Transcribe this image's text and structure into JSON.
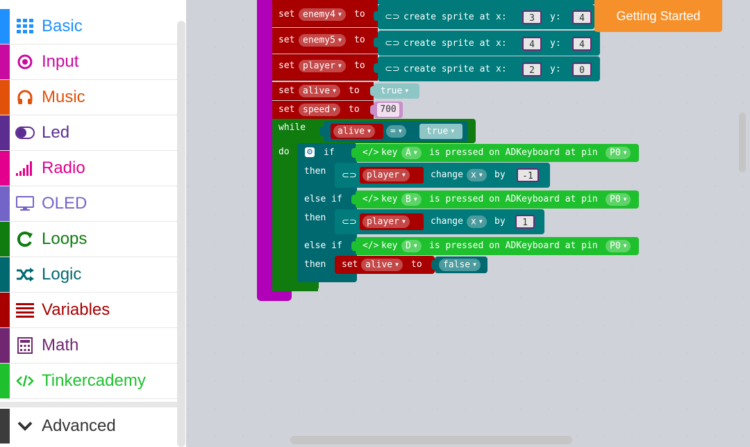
{
  "toolbox": {
    "categories": [
      {
        "label": "Basic",
        "icon": "grid-icon",
        "color": "#1e90ff"
      },
      {
        "label": "Input",
        "icon": "target-icon",
        "color": "#c90aa0"
      },
      {
        "label": "Music",
        "icon": "headphones-icon",
        "color": "#e1510a"
      },
      {
        "label": "Led",
        "icon": "toggle-icon",
        "color": "#5c2d91"
      },
      {
        "label": "Radio",
        "icon": "signal-bars-icon",
        "color": "#e3008c"
      },
      {
        "label": "OLED",
        "icon": "monitor-icon",
        "color": "#7365c8"
      },
      {
        "label": "Loops",
        "icon": "loop-arrow-icon",
        "color": "#107c10"
      },
      {
        "label": "Logic",
        "icon": "shuffle-icon",
        "color": "#006970"
      },
      {
        "label": "Variables",
        "icon": "lines-icon",
        "color": "#a80000"
      },
      {
        "label": "Math",
        "icon": "calculator-icon",
        "color": "#712672"
      },
      {
        "label": "Tinkercademy",
        "icon": "code-icon",
        "color": "#1fc02e"
      }
    ],
    "advanced": {
      "label": "Advanced",
      "icon": "chevron-down-icon"
    }
  },
  "getting_started": "Getting Started",
  "blocks": {
    "set_kw": "set",
    "to_kw": "to",
    "create_sprite": "create sprite at x:",
    "y_kw": "y:",
    "enemy4": {
      "var": "enemy4",
      "x": "3",
      "y": "4"
    },
    "enemy5": {
      "var": "enemy5",
      "x": "4",
      "y": "4"
    },
    "player": {
      "var": "player",
      "x": "2",
      "y": "0"
    },
    "alive_set": {
      "var": "alive",
      "value": "true"
    },
    "speed_set": {
      "var": "speed",
      "value": "700"
    },
    "while_kw": "while",
    "do_kw": "do",
    "while_cond": {
      "var": "alive",
      "op": "=",
      "value": "true"
    },
    "if_kw": "if",
    "then_kw": "then",
    "else_if_kw": "else if",
    "key_kw": "key",
    "pressed_text": "is pressed on ADKeyboard at pin",
    "pin": "P0",
    "change_kw": "change",
    "by_kw": "by",
    "axis": "x",
    "branch1": {
      "key": "A",
      "delta": "-1"
    },
    "branch2": {
      "key": "B",
      "delta": "1"
    },
    "branch3": {
      "key": "D",
      "set_var": "alive",
      "set_value": "false"
    },
    "player_var": "player"
  },
  "colors": {
    "variables": "#a80000",
    "sprite": "#007a7a",
    "loops": "#107c10",
    "logic": "#006970",
    "tinkercademy": "#1fc02e",
    "functions": "#b000b8",
    "accent": "#f5902b"
  }
}
